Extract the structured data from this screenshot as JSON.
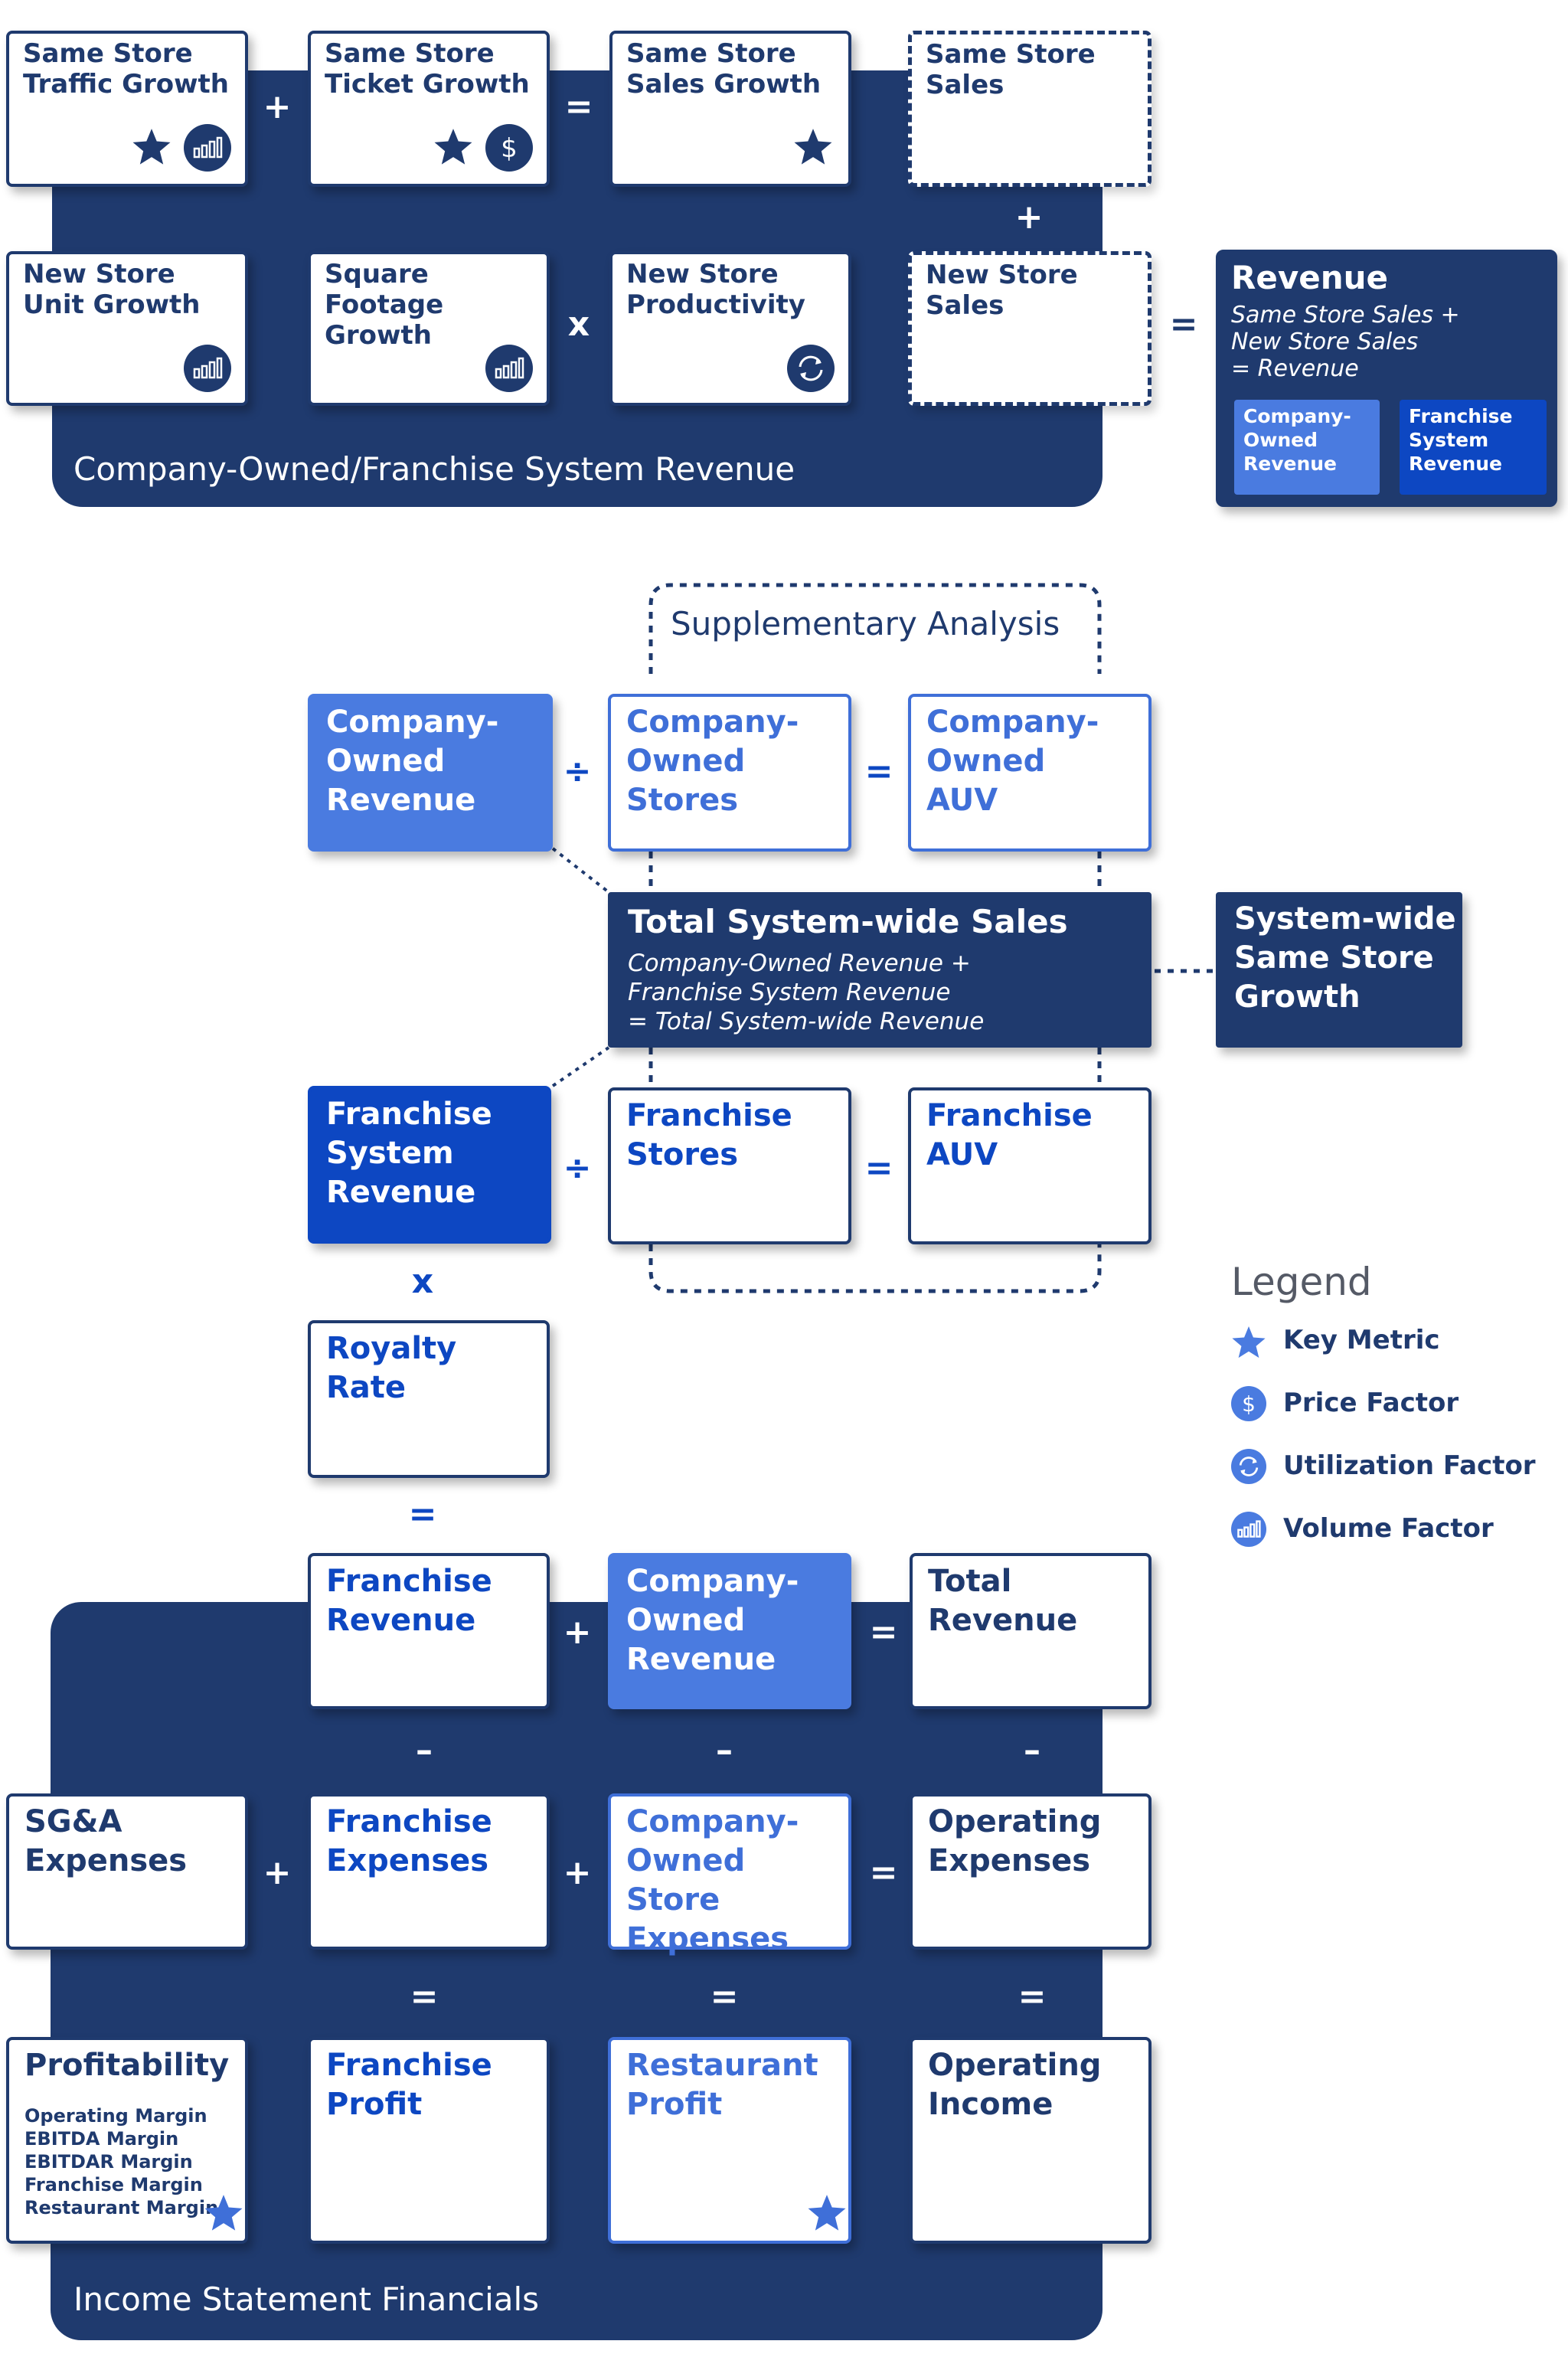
{
  "top": {
    "panel_label": "Company-Owned/Franchise System Revenue",
    "same_store_traffic": "Same Store\nTraffic Growth",
    "same_store_ticket": "Same Store\nTicket Growth",
    "same_store_sales_growth": "Same Store\nSales Growth",
    "same_store_sales": "Same Store\nSales",
    "new_store_unit_growth": "New Store\nUnit Growth",
    "square_footage_growth": "Square Footage\nGrowth",
    "new_store_productivity": "New Store\nProductivity",
    "new_store_sales": "New Store\nSales",
    "op_plus": "+",
    "op_equals": "=",
    "op_times": "x"
  },
  "revenue_box": {
    "title": "Revenue",
    "formula": "Same Store Sales +\nNew Store Sales\n= Revenue",
    "company_owned": "Company-\nOwned\nRevenue",
    "franchise_system": "Franchise\nSystem\nRevenue"
  },
  "middle": {
    "supplementary": "Supplementary Analysis",
    "company_owned_revenue": "Company-\nOwned\nRevenue",
    "company_owned_stores": "Company-\nOwned\nStores",
    "company_owned_auv": "Company-\nOwned\nAUV",
    "total_title": "Total System-wide Sales",
    "total_formula": "Company-Owned Revenue +\nFranchise System Revenue\n= Total System-wide Revenue",
    "system_wide_growth": "System-wide\nSame Store\nGrowth",
    "franchise_system_revenue": "Franchise\nSystem\nRevenue",
    "franchise_stores": "Franchise\nStores",
    "franchise_auv": "Franchise\nAUV",
    "royalty_rate": "Royalty\nRate",
    "op_divide": "÷",
    "op_equals": "=",
    "op_times": "x"
  },
  "legend": {
    "title": "Legend",
    "key_metric": "Key Metric",
    "price_factor": "Price Factor",
    "utilization_factor": "Utilization Factor",
    "volume_factor": "Volume Factor"
  },
  "income": {
    "panel_label": "Income Statement Financials",
    "franchise_revenue": "Franchise\nRevenue",
    "company_owned_revenue": "Company-\nOwned\nRevenue",
    "total_revenue": "Total\nRevenue",
    "sga_expenses": "SG&A\nExpenses",
    "franchise_expenses": "Franchise\nExpenses",
    "company_owned_store_expenses": "Company-\nOwned Store\nExpenses",
    "operating_expenses": "Operating\nExpenses",
    "profitability_title": "Profitability",
    "profitability_items": [
      "Operating Margin",
      "EBITDA Margin",
      "EBITDAR Margin",
      "Franchise Margin",
      "Restaurant Margin"
    ],
    "franchise_profit": "Franchise\nProfit",
    "restaurant_profit": "Restaurant\nProfit",
    "operating_income": "Operating\nIncome",
    "op_plus": "+",
    "op_minus": "–",
    "op_equals": "="
  }
}
